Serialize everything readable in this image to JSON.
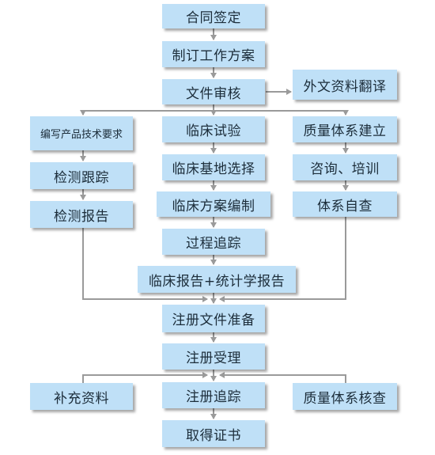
{
  "nodes": {
    "contract": "合同签定",
    "plan": "制订工作方案",
    "review": "文件审核",
    "translate": "外文资料翻译",
    "spec": "编写产品技术要求",
    "trial": "临床试验",
    "quality": "质量体系建立",
    "test_track": "检测跟踪",
    "site": "临床基地选择",
    "training": "咨询、培训",
    "test_report": "检测报告",
    "clinical_plan": "临床方案编制",
    "self_check": "体系自查",
    "process": "过程追踪",
    "clinical_report": "临床报告+统计学报告",
    "docs": "注册文件准备",
    "accept": "注册受理",
    "supplement": "补充资料",
    "track": "注册追踪",
    "audit": "质量体系核查",
    "cert": "取得证书"
  },
  "colors": {
    "box_fill": "#bfe0f7",
    "line": "#9a9a9a",
    "text": "#1c2d3a"
  }
}
